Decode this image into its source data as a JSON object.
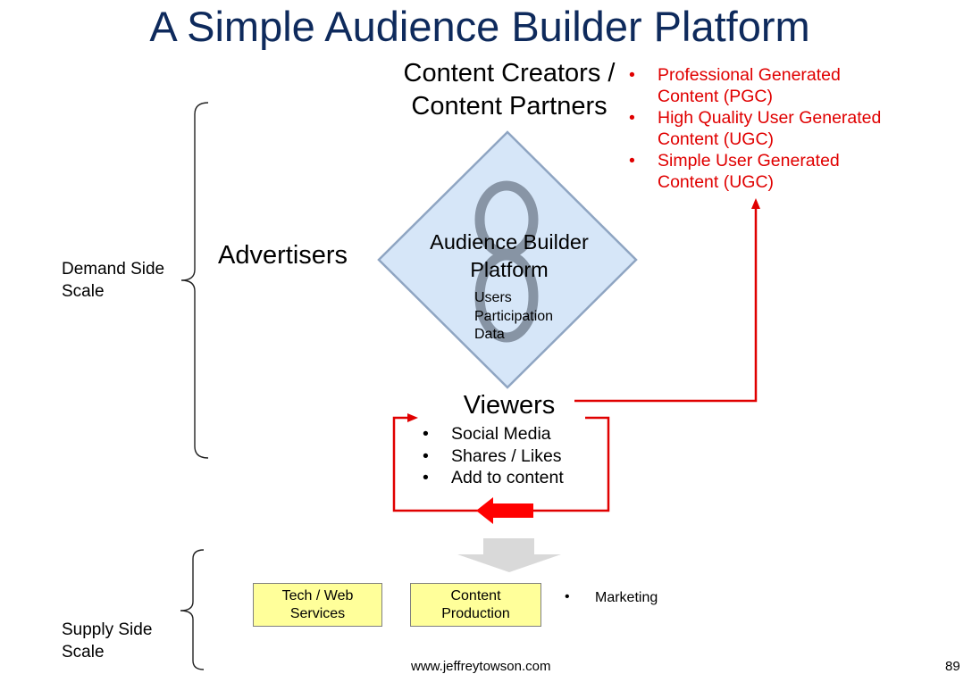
{
  "title": "A Simple Audience Builder Platform",
  "creators": {
    "line1": "Content Creators /",
    "line2": "Content Partners"
  },
  "content_types": [
    {
      "text": "Professional Generated Content (PGC)"
    },
    {
      "text": "High Quality User Generated Content (UGC)"
    },
    {
      "text": "Simple User Generated Content (UGC)"
    }
  ],
  "advertisers": "Advertisers",
  "demand_side": {
    "line1": "Demand Side",
    "line2": "Scale"
  },
  "supply_side": {
    "line1": "Supply Side",
    "line2": "Scale"
  },
  "platform": {
    "line1": "Audience Builder",
    "line2": "Platform",
    "metrics": [
      "Users",
      "Participation",
      "Data"
    ]
  },
  "viewers": {
    "label": "Viewers",
    "items": [
      "Social Media",
      "Shares / Likes",
      "Add to content"
    ]
  },
  "supply_boxes": {
    "tech": {
      "line1": "Tech / Web",
      "line2": "Services"
    },
    "content": {
      "line1": "Content",
      "line2": "Production"
    }
  },
  "marketing": "Marketing",
  "footer": "www.jeffreytowson.com",
  "page_number": "89",
  "colors": {
    "title": "#0e2a5c",
    "accent_red": "#e00000",
    "diamond_fill": "#d6e6f8",
    "diamond_stroke": "#8fa5c2",
    "box_fill": "#ffff9a"
  }
}
